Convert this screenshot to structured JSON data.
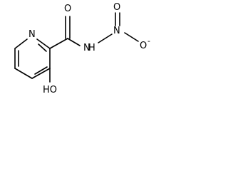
{
  "molecule": {
    "atoms": {
      "ring_nitrogen": "N",
      "carbonyl_oxygen": "O",
      "amide_nitrogen": "N",
      "amide_hydrogen": "H",
      "nitro_nitrogen": "N",
      "nitro_oxygen_top": "O",
      "nitro_oxygen_right": "O",
      "nitro_charge_minus": "-",
      "hydroxy": "HO"
    }
  }
}
